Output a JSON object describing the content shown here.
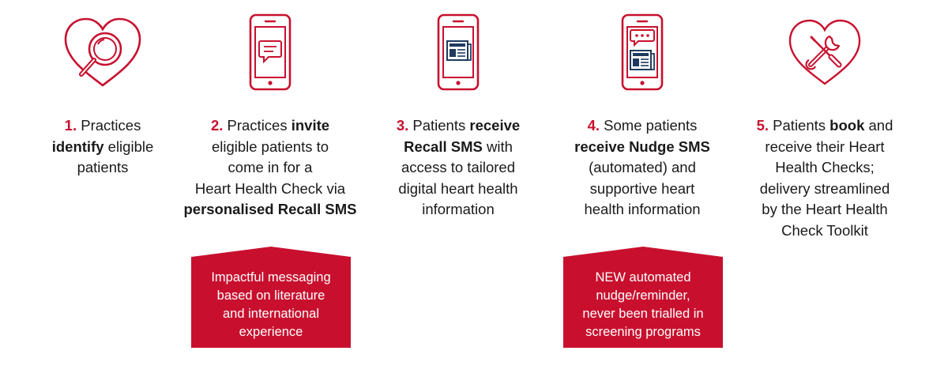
{
  "steps": [
    {
      "icon": "heart-magnifier-icon",
      "number": "1.",
      "lines": [
        [
          {
            "t": " Practices",
            "b": false
          }
        ],
        [
          {
            "t": "identify",
            "b": true
          },
          {
            "t": " eligible",
            "b": false
          }
        ],
        [
          {
            "t": "patients",
            "b": false
          }
        ]
      ]
    },
    {
      "icon": "phone-chat-icon",
      "number": "2.",
      "lines": [
        [
          {
            "t": " Practices ",
            "b": false
          },
          {
            "t": "invite",
            "b": true
          }
        ],
        [
          {
            "t": "eligible patients to",
            "b": false
          }
        ],
        [
          {
            "t": "come in for a",
            "b": false
          }
        ],
        [
          {
            "t": "Heart Health Check via",
            "b": false
          }
        ],
        [
          {
            "t": "personalised Recall SMS",
            "b": true
          }
        ]
      ]
    },
    {
      "icon": "phone-newspaper-icon",
      "number": "3.",
      "lines": [
        [
          {
            "t": " Patients ",
            "b": false
          },
          {
            "t": "receive",
            "b": true
          }
        ],
        [
          {
            "t": "Recall SMS",
            "b": true
          },
          {
            "t": " with",
            "b": false
          }
        ],
        [
          {
            "t": "access to tailored",
            "b": false
          }
        ],
        [
          {
            "t": "digital heart health",
            "b": false
          }
        ],
        [
          {
            "t": "information",
            "b": false
          }
        ]
      ]
    },
    {
      "icon": "phone-chat-newspaper-icon",
      "number": "4.",
      "lines": [
        [
          {
            "t": " Some patients",
            "b": false
          }
        ],
        [
          {
            "t": "receive Nudge SMS",
            "b": true
          }
        ],
        [
          {
            "t": "(automated) and",
            "b": false
          }
        ],
        [
          {
            "t": "supportive heart",
            "b": false
          }
        ],
        [
          {
            "t": "health information",
            "b": false
          }
        ]
      ]
    },
    {
      "icon": "heart-tools-icon",
      "number": "5.",
      "lines": [
        [
          {
            "t": " Patients ",
            "b": false
          },
          {
            "t": "book",
            "b": true
          },
          {
            "t": " and",
            "b": false
          }
        ],
        [
          {
            "t": "receive their Heart",
            "b": false
          }
        ],
        [
          {
            "t": "Health Checks;",
            "b": false
          }
        ],
        [
          {
            "t": "delivery streamlined",
            "b": false
          }
        ],
        [
          {
            "t": "by the Heart Health",
            "b": false
          }
        ],
        [
          {
            "t": "Check Toolkit",
            "b": false
          }
        ]
      ]
    }
  ],
  "callouts": [
    {
      "step": 2,
      "lines": [
        "Impactful messaging",
        "based on literature",
        "and international",
        "experience"
      ]
    },
    {
      "step": 4,
      "lines": [
        "NEW automated",
        "nudge/reminder,",
        "never been trialled in",
        "screening programs"
      ]
    }
  ],
  "colors": {
    "accent": "#c8102e",
    "callout_fill": "#c8102e",
    "navy": "#1f3a5f"
  }
}
